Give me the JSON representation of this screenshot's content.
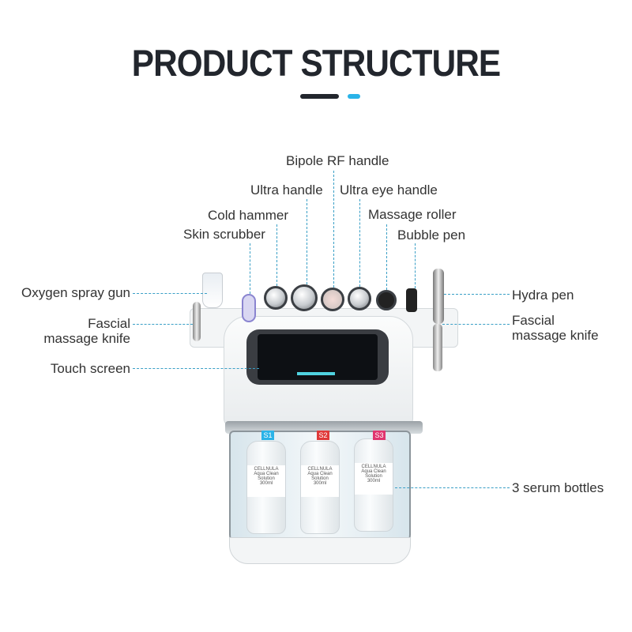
{
  "title": "PRODUCT STRUCTURE",
  "accent_colors": {
    "dark": "#22262d",
    "blue": "#2ab3e8",
    "leader_line": "#3a9fc6"
  },
  "labels": {
    "bipole_rf": "Bipole RF handle",
    "ultra": "Ultra handle",
    "ultra_eye": "Ultra eye handle",
    "cold_hammer": "Cold hammer",
    "massage_roller": "Massage roller",
    "skin_scrubber": "Skin scrubber",
    "bubble_pen": "Bubble pen",
    "oxygen": "Oxygen spray gun",
    "fascial_left_1": "Fascial",
    "fascial_left_2": "massage knife",
    "touch_screen": "Touch screen",
    "hydra_pen": "Hydra pen",
    "fascial_right_1": "Fascial",
    "fascial_right_2": "massage knife",
    "serum": "3 serum bottles"
  },
  "bottles": [
    {
      "tag": "S1",
      "color": "#2ab3e8",
      "brand": "CELLNULA",
      "product": "Aqua Clean Solution",
      "volume": "300ml"
    },
    {
      "tag": "S2",
      "color": "#e03a3a",
      "brand": "CELLNULA",
      "product": "Aqua Clean Solution",
      "volume": "300ml"
    },
    {
      "tag": "S3",
      "color": "#e0356e",
      "brand": "CELLNULA",
      "product": "Aqua Clean Solution",
      "volume": "300ml"
    }
  ]
}
